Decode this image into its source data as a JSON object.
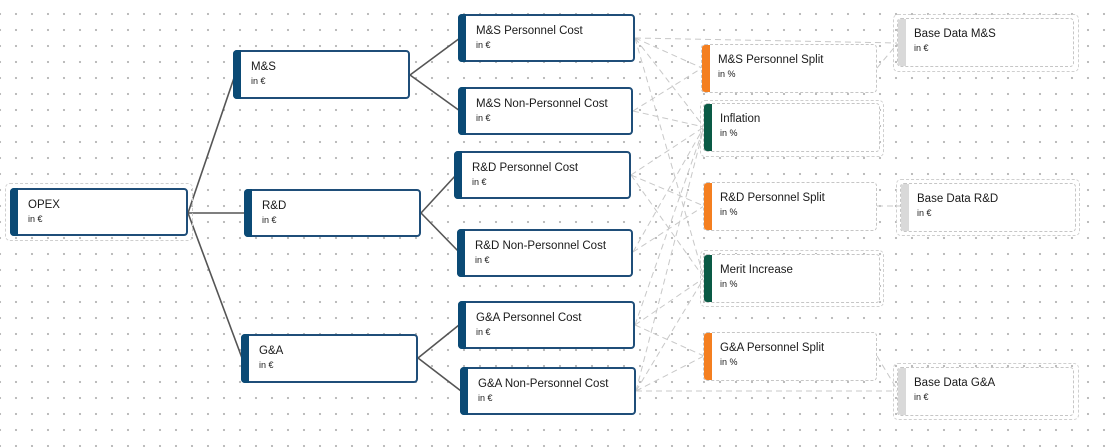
{
  "colors": {
    "kpi_bar": "#0b4a75",
    "kpi_border": "#1f4e79",
    "split_bar": "#f47f20",
    "rate_bar": "#0a5a45",
    "base_bar": "#d9d9d9",
    "edge_solid": "#555555",
    "edge_dashed": "#c8c8c8"
  },
  "nodes": {
    "opex": {
      "title": "OPEX",
      "unit": "in €"
    },
    "ms": {
      "title": "M&S",
      "unit": "in €"
    },
    "rd": {
      "title": "R&D",
      "unit": "in €"
    },
    "ga": {
      "title": "G&A",
      "unit": "in €"
    },
    "ms_pc": {
      "title": "M&S Personnel Cost",
      "unit": "in €"
    },
    "ms_npc": {
      "title": "M&S Non-Personnel Cost",
      "unit": "in €"
    },
    "rd_pc": {
      "title": "R&D Personnel Cost",
      "unit": "in €"
    },
    "rd_npc": {
      "title": "R&D Non-Personnel Cost",
      "unit": "in €"
    },
    "ga_pc": {
      "title": "G&A Personnel Cost",
      "unit": "in €"
    },
    "ga_npc": {
      "title": "G&A Non-Personnel Cost",
      "unit": "in €"
    },
    "ms_split": {
      "title": "M&S Personnel Split",
      "unit": "in %",
      "icon": "orange-bar-icon"
    },
    "inflation": {
      "title": "Inflation",
      "unit": "in %",
      "icon": "green-bar-icon"
    },
    "rd_split": {
      "title": "R&D Personnel Split",
      "unit": "in %",
      "icon": "orange-bar-icon"
    },
    "merit": {
      "title": "Merit Increase",
      "unit": "in %",
      "icon": "green-bar-icon"
    },
    "ga_split": {
      "title": "G&A Personnel Split",
      "unit": "in %",
      "icon": "orange-bar-icon"
    },
    "base_ms": {
      "title": "Base Data M&S",
      "unit": "in €",
      "icon": "gray-bar-icon"
    },
    "base_rd": {
      "title": "Base Data R&D",
      "unit": "in €",
      "icon": "gray-bar-icon"
    },
    "base_ga": {
      "title": "Base Data G&A",
      "unit": "in €",
      "icon": "gray-bar-icon"
    }
  }
}
